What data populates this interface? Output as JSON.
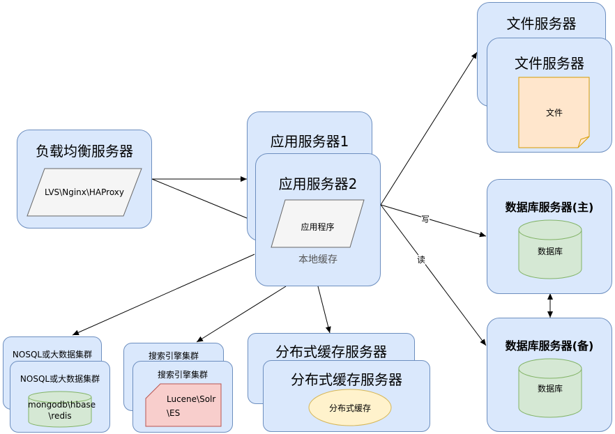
{
  "load_balancer": {
    "title": "负载均衡服务器",
    "proxy_label": "LVS\\Nginx\\HAProxy"
  },
  "app_servers": {
    "back_title": "应用服务器1",
    "front_title": "应用服务器2",
    "program_label": "应用程序",
    "cache_label": "本地缓存"
  },
  "file_servers": {
    "back_title": "文件服务器",
    "front_title": "文件服务器",
    "file_label": "文件"
  },
  "db_master": {
    "title": "数据库服务器(主)",
    "db_label": "数据库"
  },
  "db_slave": {
    "title": "数据库服务器(备)",
    "db_label": "数据库"
  },
  "nosql": {
    "back_title": "NOSQL或大数据集群",
    "front_title": "NOSQL或大数据集群",
    "db_label": "mongodb\\hbase\n\\redis"
  },
  "search": {
    "back_title": "搜索引擎集群",
    "front_title": "搜索引擎集群",
    "engine_label": "Lucene\\Solr\n\\ES"
  },
  "dist_cache": {
    "back_title": "分布式缓存服务器",
    "front_title": "分布式缓存服务器",
    "cache_label": "分布式缓存"
  },
  "edge_labels": {
    "write": "写",
    "read": "读"
  },
  "colors": {
    "box_fill": "#dae8fc",
    "box_border": "#6c8ebf",
    "file_fill": "#ffe6cc",
    "file_border": "#d79b00",
    "db_fill": "#d5e8d4",
    "db_border": "#82b366",
    "search_fill": "#f8cecc",
    "search_border": "#b85450",
    "cache_fill": "#fff2cc",
    "cache_border": "#d6b656",
    "parallelogram_fill": "#f5f5f5",
    "parallelogram_border": "#666666"
  }
}
